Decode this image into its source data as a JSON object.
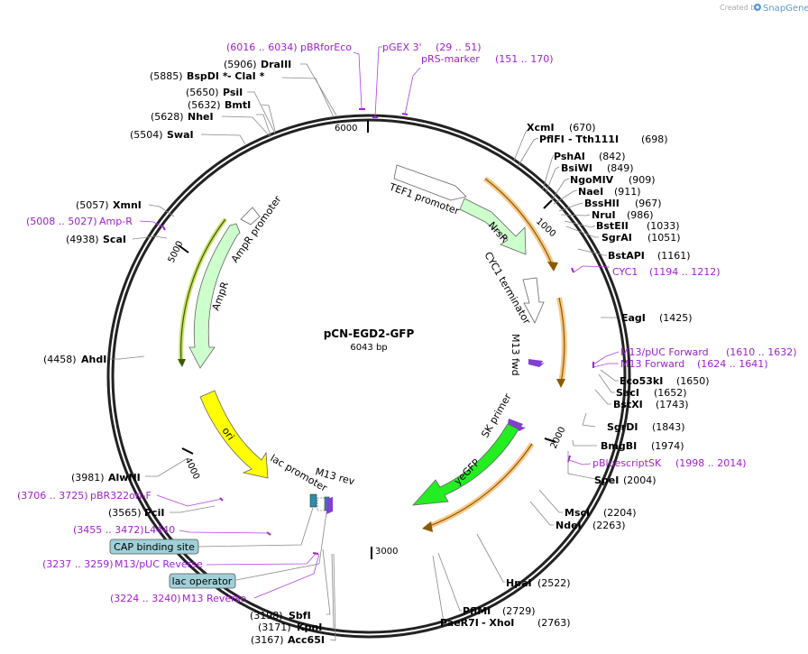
{
  "brand": {
    "prefix": "Created by",
    "name": "SnapGene"
  },
  "plasmid": {
    "name": "pCN-EGD2-GFP",
    "size": "6043 bp"
  },
  "ticks": [
    "6000",
    "1000",
    "2000",
    "3000",
    "4000",
    "5000"
  ],
  "features": {
    "tef1": "TEF1 promoter",
    "nrsr": "NrsR",
    "cyc1t": "CYC1 terminator",
    "m13fwd": "M13 fwd",
    "skprimer": "SK primer",
    "yegfp": "yeGFP",
    "ori": "ori",
    "amppro": "AmpR promoter",
    "ampr": "AmpR",
    "lacpro": "lac promoter",
    "m13rev": "M13 rev"
  },
  "enzymes": [
    {
      "name": "XcmI",
      "pos": "(670)"
    },
    {
      "name": "PflFI",
      "name2": " - Tth111I",
      "pos": "(698)"
    },
    {
      "name": "PshAI",
      "pos": "(842)"
    },
    {
      "name": "BsiWI",
      "pos": "(849)"
    },
    {
      "name": "NgoMIV",
      "pos": "(909)"
    },
    {
      "name": "NaeI",
      "pos": "(911)"
    },
    {
      "name": "BssHII",
      "pos": "(967)"
    },
    {
      "name": "NruI",
      "pos": "(986)"
    },
    {
      "name": "BstEII",
      "pos": "(1033)"
    },
    {
      "name": "SgrAI",
      "pos": "(1051)"
    },
    {
      "name": "BstAPI",
      "pos": "(1161)"
    },
    {
      "name": "EagI",
      "pos": "(1425)"
    },
    {
      "name": "Eco53kI",
      "pos": "(1650)"
    },
    {
      "name": "SacI",
      "pos": "(1652)"
    },
    {
      "name": "BstXI",
      "pos": "(1743)"
    },
    {
      "name": "SgrDI",
      "pos": "(1843)"
    },
    {
      "name": "BmgBI",
      "pos": "(1974)"
    },
    {
      "name": "SpeI",
      "pos": "(2004)"
    },
    {
      "name": "MscI",
      "pos": "(2204)"
    },
    {
      "name": "NdeI",
      "pos": "(2263)"
    },
    {
      "name": "HpaI",
      "pos": "(2522)"
    },
    {
      "name": "PflMI",
      "pos": "(2729)"
    },
    {
      "name": "PaeR7I",
      "name2": " - XhoI",
      "pos": "(2763)"
    },
    {
      "name": "Acc65I",
      "pos": "(3167)"
    },
    {
      "name": "KpnI",
      "pos": "(3171)"
    },
    {
      "name": "SbfI",
      "pos": "(3198)"
    },
    {
      "name": "PciI",
      "pos": "(3565)"
    },
    {
      "name": "AlwNI",
      "pos": "(3981)"
    },
    {
      "name": "AhdI",
      "pos": "(4458)"
    },
    {
      "name": "ScaI",
      "pos": "(4938)"
    },
    {
      "name": "XmnI",
      "pos": "(5057)"
    },
    {
      "name": "SwaI",
      "pos": "(5504)"
    },
    {
      "name": "NheI",
      "pos": "(5628)"
    },
    {
      "name": "BmtI",
      "pos": "(5632)"
    },
    {
      "name": "PsiI",
      "pos": "(5650)"
    },
    {
      "name": "BspDI *",
      "name2": " - ClaI *",
      "pos": "(5885)"
    },
    {
      "name": "DraIII",
      "pos": "(5906)"
    }
  ],
  "primers": [
    {
      "name": "pBRforEco",
      "range": "(6016 .. 6034)"
    },
    {
      "name": "pGEX 3'",
      "range": "(29 .. 51)"
    },
    {
      "name": "pRS-marker",
      "range": "(151 .. 170)"
    },
    {
      "name": "CYC1",
      "range": "(1194 .. 1212)"
    },
    {
      "name": "M13/pUC Forward",
      "range": "(1610 .. 1632)"
    },
    {
      "name": "M13 Forward",
      "range": "(1624 .. 1641)"
    },
    {
      "name": "pBluescriptSK",
      "range": "(1998 .. 2014)"
    },
    {
      "name": "pBR322ori-F",
      "range": "(3706 .. 3725)"
    },
    {
      "name": "L4440",
      "range": "(3455 .. 3472)"
    },
    {
      "name": "M13/pUC Reverse",
      "range": "(3237 .. 3259)"
    },
    {
      "name": "M13 Reverse",
      "range": "(3224 .. 3240)"
    },
    {
      "name": "Amp-R",
      "range": "(5008 .. 5027)"
    }
  ],
  "boxes": {
    "cap": "CAP binding site",
    "lacop": "lac operator"
  },
  "colors": {
    "backbone": "#222222",
    "tef1": "#ffffff",
    "nrsr": "#ccffcc",
    "yegfp": "#22ee22",
    "ori": "#ffff00",
    "ampr": "#ccffcc",
    "orf": "#f7c98b",
    "primer": "#a020d0",
    "box": "#9fd0d8"
  }
}
